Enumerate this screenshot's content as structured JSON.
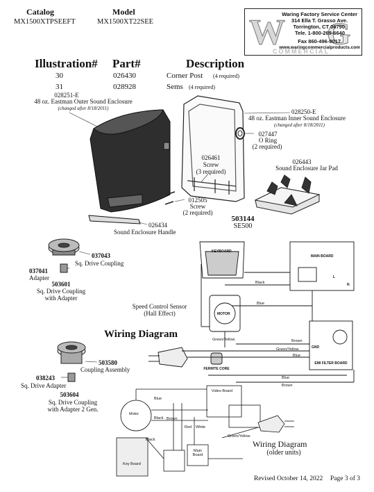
{
  "header": {
    "catalog_label": "Catalog",
    "catalog_value": "MX1500XTPSEEFT",
    "model_label": "Model",
    "model_value": "MX1500XT22SEE"
  },
  "logo": {
    "line1": "Waring Factory Service Center",
    "line2": "314 Ella T. Grasso Ave.",
    "line3": "Torrington, CT 06790",
    "line4": "Tele.  1-800-269-6640",
    "line5": "Fax 860-496-9017",
    "line6": "www.waringcommercialproducts.com",
    "wordmark": "COMMERCIAL"
  },
  "parts_table": {
    "headers": [
      "Illustration#",
      "Part#",
      "Description"
    ],
    "rows": [
      {
        "illus": "30",
        "part": "026430",
        "desc": "Corner Post",
        "qty": "(4 required)"
      },
      {
        "illus": "31",
        "part": "028928",
        "desc": "Sems",
        "qty": "(4 required)"
      }
    ]
  },
  "callouts": {
    "outer_part": "028251-E",
    "outer_desc": "48 oz. Eastman Outer Sound Enclosure",
    "outer_note": "(changed after 8/18/2011)",
    "inner_part": "028250-E",
    "inner_desc": "48 oz. Eastman Inner Sound Enclosure",
    "inner_note": "(changed after 8/18/2011)",
    "oring_part": "027447",
    "oring_desc": "O Ring",
    "oring_qty": "(2 required)",
    "screw1_part": "026461",
    "screw1_desc": "Screw",
    "screw1_qty": "(3 required)",
    "pad_part": "026443",
    "pad_desc": "Sound Enclosure Jar Pad",
    "screw2_part": "012505",
    "screw2_desc": "Screw",
    "screw2_qty": "(2 required)",
    "handle_part": "026434",
    "handle_desc": "Sound Enclosure Handle",
    "kit_part": "503144",
    "kit_desc": "SE500",
    "coupling1_part": "037043",
    "coupling1_desc": "Sq. Drive Coupling",
    "adapter1_part": "037041",
    "adapter1_desc": "Adapter",
    "cwa1_part": "503601",
    "cwa1_desc1": "Sq. Drive Coupling",
    "cwa1_desc2": "with Adapter",
    "speed_sensor1": "Speed Control Sensor",
    "speed_sensor2": "(Hall Effect)",
    "coupling_assy_part": "503580",
    "coupling_assy_desc": "Coupling Assembly",
    "adapter2_part": "038243",
    "adapter2_desc": "Sq. Drive Adapter",
    "cwa2_part": "503604",
    "cwa2_desc1": "Sq. Drive Coupling",
    "cwa2_desc2": "with Adapter 2 Gen."
  },
  "wiring": {
    "title": "Wiring Diagram",
    "keyboard": "KEYBOARD",
    "main_board": "MAIN BOARD",
    "motor": "MOTOR",
    "black": "Black",
    "blue": "Blue",
    "brown": "Brown",
    "green_yellow": "Green/Yellow",
    "gnd": "GND",
    "emi": "EMI FILTER BOARD",
    "ferrite": "FERRITE CORE",
    "l": "L",
    "n": "N"
  },
  "old_wiring": {
    "title": "Wiring Diagram",
    "subtitle": "(older units)",
    "motor": "Motor",
    "key_board": "Key Board",
    "main_board": "Main Board",
    "blue": "Blue",
    "black": "Black",
    "brown": "Brown",
    "green_yellow": "Green/Yellow",
    "white": "White",
    "red": "Red",
    "video_board": "Video Board"
  },
  "footer": {
    "revised": "Revised October 14, 2022",
    "page": "Page 3 of 3"
  }
}
